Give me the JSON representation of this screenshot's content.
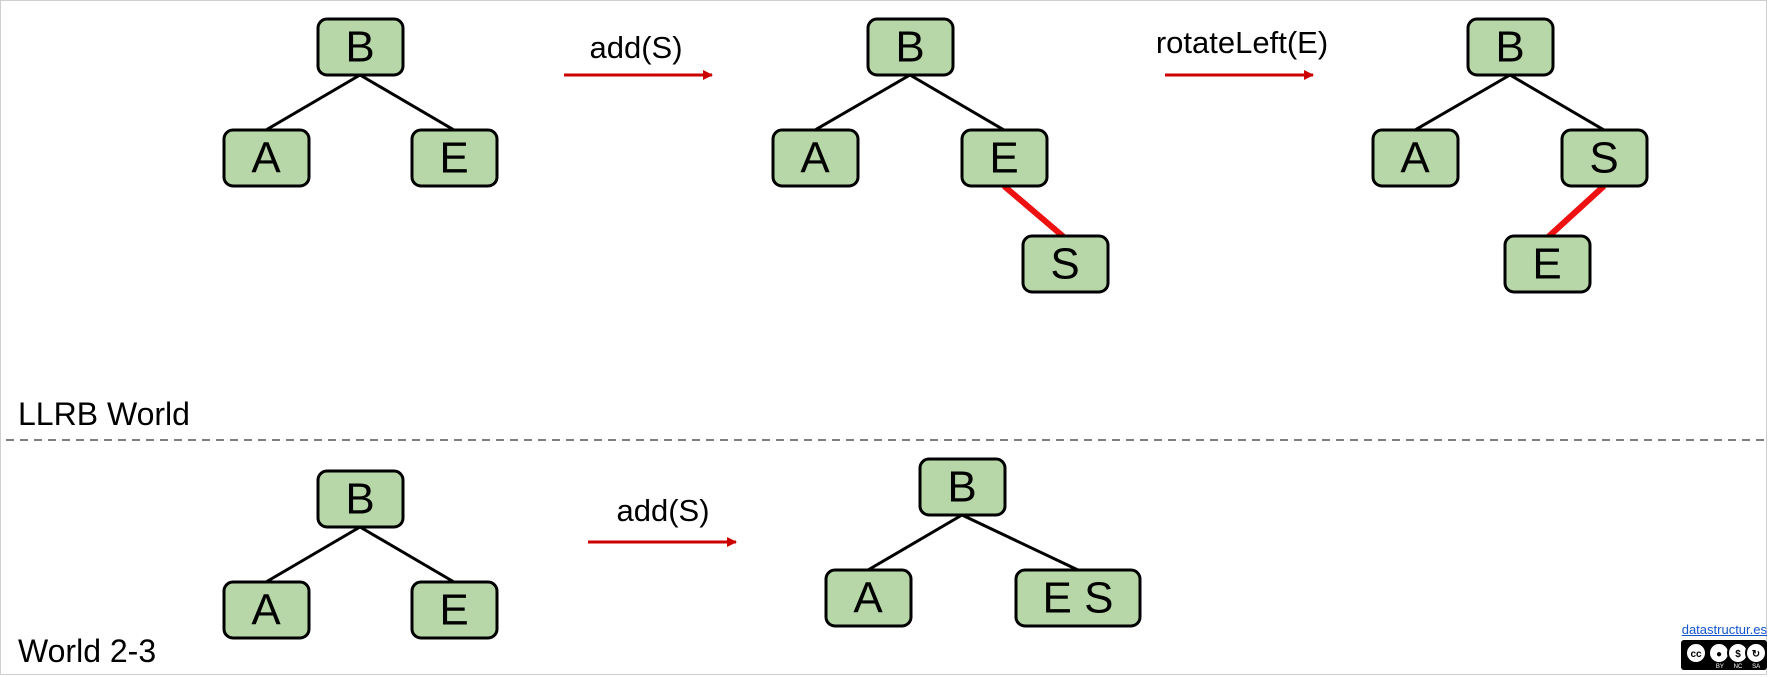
{
  "top_section": {
    "label": "LLRB World",
    "operations": [
      "add(S)",
      "rotateLeft(E)"
    ],
    "trees": [
      {
        "nodes": [
          "B",
          "A",
          "E"
        ]
      },
      {
        "nodes": [
          "B",
          "A",
          "E",
          "S"
        ]
      },
      {
        "nodes": [
          "B",
          "A",
          "S",
          "E"
        ]
      }
    ]
  },
  "bottom_section": {
    "label": "World 2-3",
    "operations": [
      "add(S)"
    ],
    "trees": [
      {
        "nodes": [
          "B",
          "A",
          "E"
        ]
      },
      {
        "nodes": [
          "B",
          "A",
          "E S"
        ]
      }
    ]
  },
  "credit": {
    "link_text": "datastructur.es",
    "license_tags": [
      "BY",
      "NC",
      "SA"
    ]
  },
  "colors": {
    "node_fill": "#b7d7a8",
    "red_link": "#ee1111",
    "arrow": "#cc0000",
    "divider": "#7f7f7f"
  }
}
